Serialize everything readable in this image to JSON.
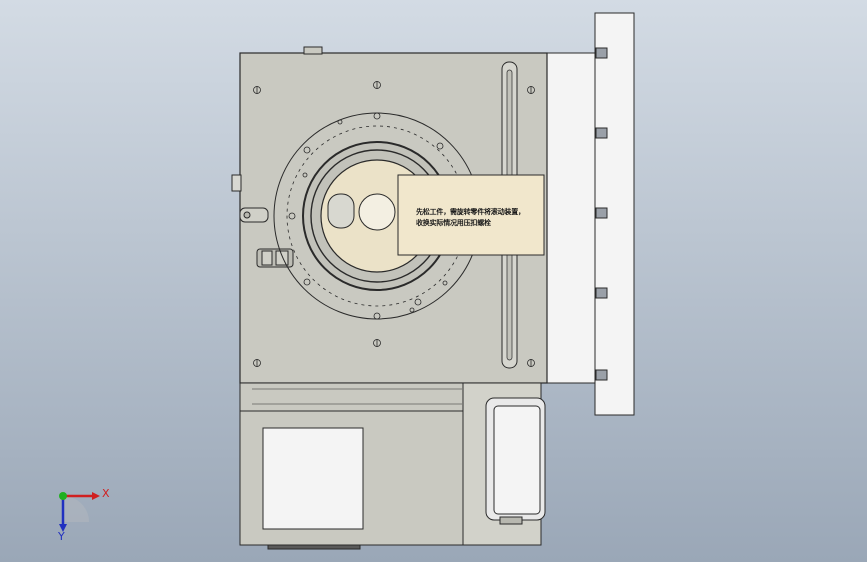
{
  "viewport": {
    "background_top": "#d3dbe4",
    "background_bottom": "#9aa7b7"
  },
  "note": {
    "line1": "先松工件，需旋转零件将滚动装置，",
    "line2": "收换实际情况用压扣螺栓"
  },
  "triad": {
    "x_label": "X",
    "y_label": "Y",
    "x_color": "#d02020",
    "y_color": "#2030c0",
    "origin_color": "#20b020"
  },
  "colors": {
    "plate": "#c9c9c1",
    "outline": "#2a2a2a",
    "white_part": "#f4f4f4",
    "note_panel": "#f1e7cc"
  }
}
